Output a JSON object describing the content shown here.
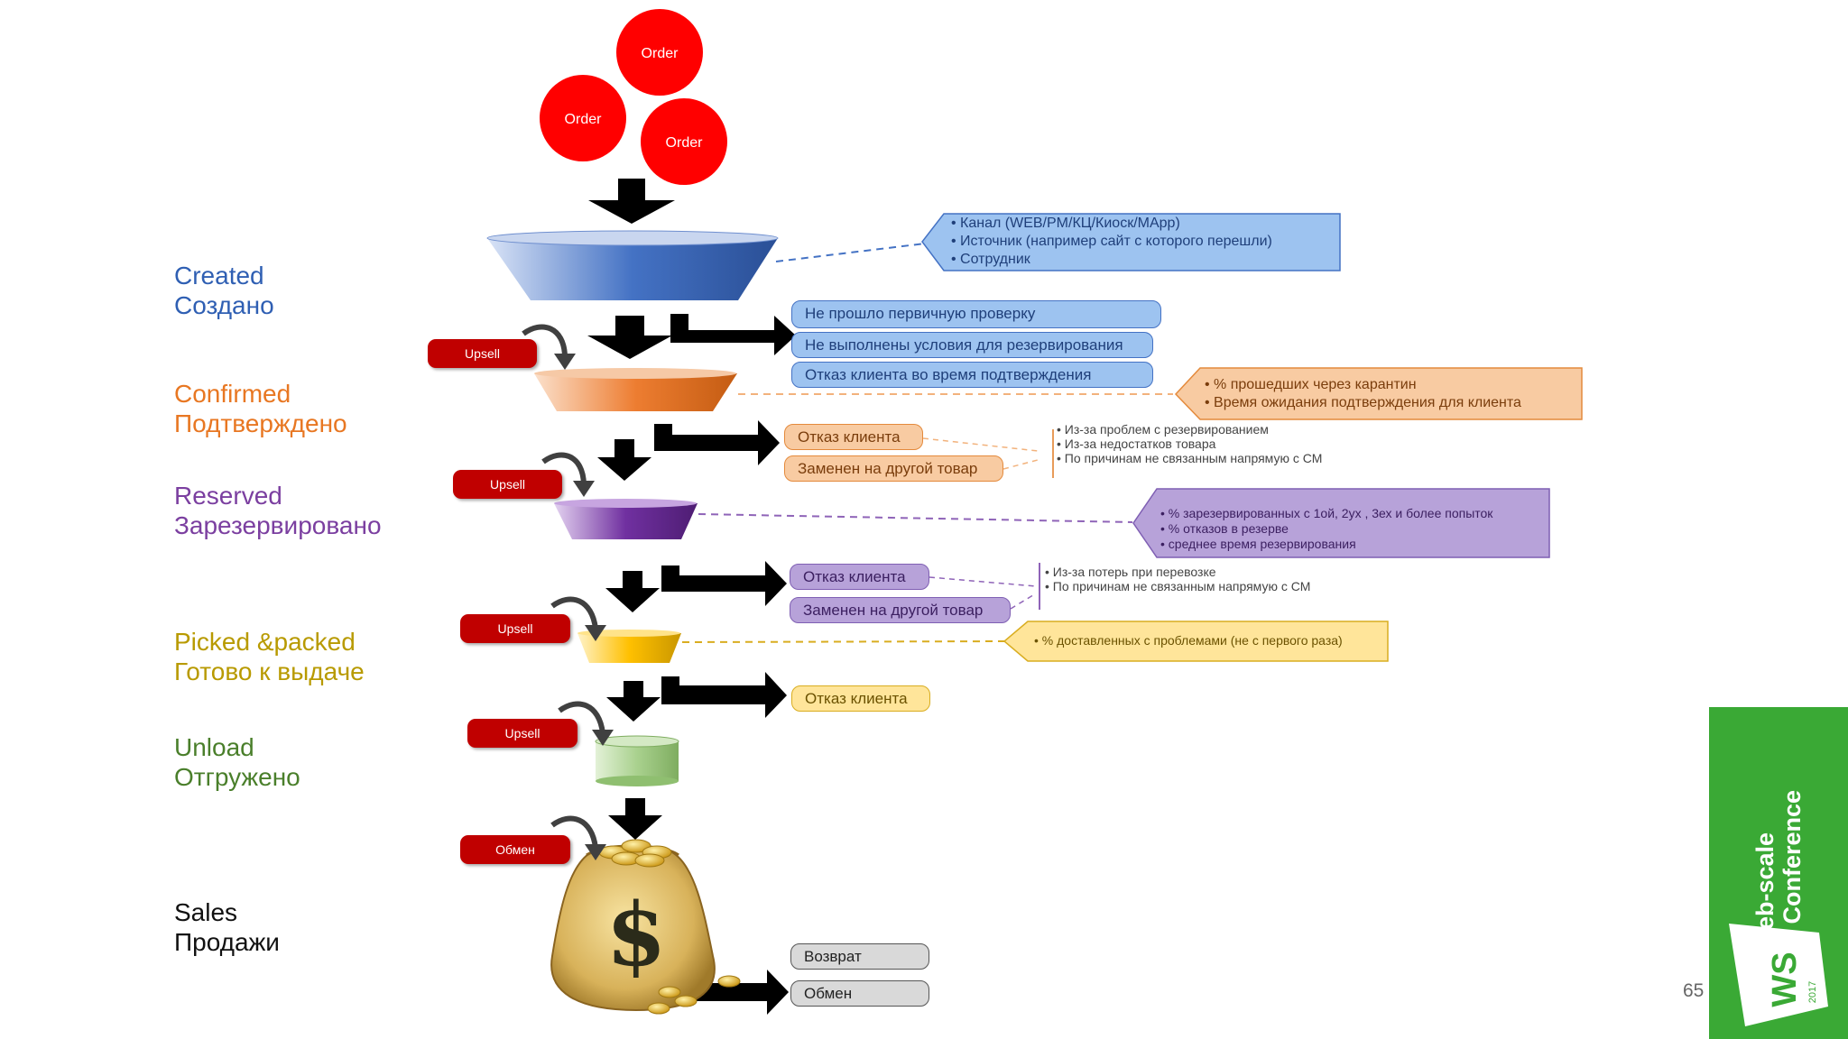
{
  "orders": [
    "Order",
    "Order",
    "Order"
  ],
  "stages": [
    {
      "en": "Created",
      "ru": "Создано",
      "color": "#2f5fb3"
    },
    {
      "en": "Confirmed",
      "ru": "Подтверждено",
      "color": "#e87722"
    },
    {
      "en": "Reserved",
      "ru": "Зарезервировано",
      "color": "#7b3fa0"
    },
    {
      "en": "Picked &packed",
      "ru": "Готово к выдаче",
      "color": "#b89a00"
    },
    {
      "en": "Unload",
      "ru": "Отгружено",
      "color": "#4a7f2b"
    },
    {
      "en": "Sales",
      "ru": "Продажи",
      "color": "#111111"
    }
  ],
  "upsell_labels": [
    "Upsell",
    "Upsell",
    "Upsell",
    "Upsell"
  ],
  "exchange_label": "Обмен",
  "created_metrics": [
    "• Канал (WEB/PM/КЦ/Киоск/MApp)",
    "• Источник  (например сайт с которого перешли)",
    "• Сотрудник"
  ],
  "created_outcomes": [
    "Не прошло  первичную проверку",
    "Не выполнены условия для резервирования",
    "Отказ клиента  во время подтверждения"
  ],
  "confirmed_metrics": [
    "• % прошедших через карантин",
    "• Время ожидания подтверждения для клиента"
  ],
  "confirmed_outcomes": [
    "Отказ клиента",
    "Заменен на другой товар"
  ],
  "confirmed_reasons": [
    "• Из-за проблем с резервированием",
    "• Из-за недостатков товара",
    "• По причинам не связанным напрямую с СМ"
  ],
  "reserved_metrics": [
    "• % зарезервированных с 1ой, 2ух , 3ех и более попыток",
    "• % отказов в резерве",
    "• среднее время резервирования"
  ],
  "reserved_outcomes": [
    "Отказ клиента",
    "Заменен на другой товар"
  ],
  "reserved_reasons": [
    "• Из-за потерь при перевозке",
    "• По причинам не связанным напрямую с СМ"
  ],
  "picked_metrics": [
    "• % доставленных с проблемами (не с первого раза)"
  ],
  "picked_outcomes": [
    "Отказ клиента"
  ],
  "sales_outcomes": [
    "Возврат",
    "Обмен"
  ],
  "badge": {
    "line1": "Web-scale",
    "line2": "IT Conference",
    "logo": "WS",
    "year": "2017"
  },
  "page_number": "65",
  "colors": {
    "order_red": "#ff0000",
    "created_blue": "#4472c4",
    "confirmed_orange": "#ed7d31",
    "reserved_purple": "#7030a0",
    "picked_yellow": "#ffc000",
    "unload_green": "#a9d18e",
    "upsell_red": "#c00000",
    "badge_green": "#3aa935"
  }
}
